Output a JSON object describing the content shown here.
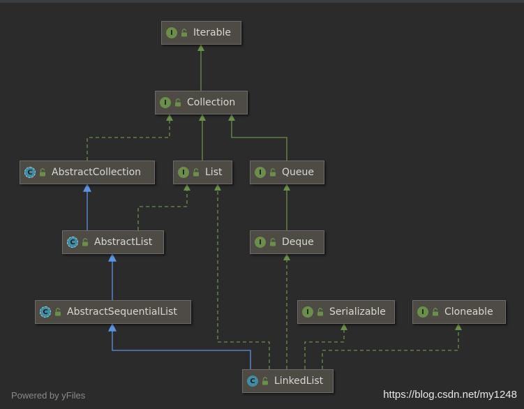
{
  "diagram": {
    "nodes": [
      {
        "id": "iterable",
        "label": "Iterable",
        "kind": "interface"
      },
      {
        "id": "collection",
        "label": "Collection",
        "kind": "interface"
      },
      {
        "id": "abstractcollection",
        "label": "AbstractCollection",
        "kind": "abstract-class"
      },
      {
        "id": "list",
        "label": "List",
        "kind": "interface"
      },
      {
        "id": "queue",
        "label": "Queue",
        "kind": "interface"
      },
      {
        "id": "abstractlist",
        "label": "AbstractList",
        "kind": "abstract-class"
      },
      {
        "id": "deque",
        "label": "Deque",
        "kind": "interface"
      },
      {
        "id": "abstractsequentiallist",
        "label": "AbstractSequentialList",
        "kind": "abstract-class"
      },
      {
        "id": "serializable",
        "label": "Serializable",
        "kind": "interface"
      },
      {
        "id": "cloneable",
        "label": "Cloneable",
        "kind": "interface"
      },
      {
        "id": "linkedlist",
        "label": "LinkedList",
        "kind": "class"
      }
    ],
    "edges": [
      {
        "from": "collection",
        "to": "iterable",
        "type": "extends-interface"
      },
      {
        "from": "list",
        "to": "collection",
        "type": "extends-interface"
      },
      {
        "from": "queue",
        "to": "collection",
        "type": "extends-interface"
      },
      {
        "from": "abstractcollection",
        "to": "collection",
        "type": "implements"
      },
      {
        "from": "deque",
        "to": "queue",
        "type": "extends-interface"
      },
      {
        "from": "abstractlist",
        "to": "abstractcollection",
        "type": "extends-class"
      },
      {
        "from": "abstractlist",
        "to": "list",
        "type": "implements"
      },
      {
        "from": "abstractsequentiallist",
        "to": "abstractlist",
        "type": "extends-class"
      },
      {
        "from": "linkedlist",
        "to": "abstractsequentiallist",
        "type": "extends-class"
      },
      {
        "from": "linkedlist",
        "to": "list",
        "type": "implements"
      },
      {
        "from": "linkedlist",
        "to": "deque",
        "type": "implements"
      },
      {
        "from": "linkedlist",
        "to": "serializable",
        "type": "implements"
      },
      {
        "from": "linkedlist",
        "to": "cloneable",
        "type": "implements"
      }
    ],
    "badge_letters": {
      "interface": "I",
      "class": "C"
    },
    "colors": {
      "interface_edge": "#6a8f4b",
      "implements_edge": "#6a8f4b",
      "class_edge": "#5a93e0",
      "node_fill": "#4e4b44"
    }
  },
  "footer": {
    "powered_by": "Powered by yFiles",
    "watermark": "https://blog.csdn.net/my1248"
  }
}
